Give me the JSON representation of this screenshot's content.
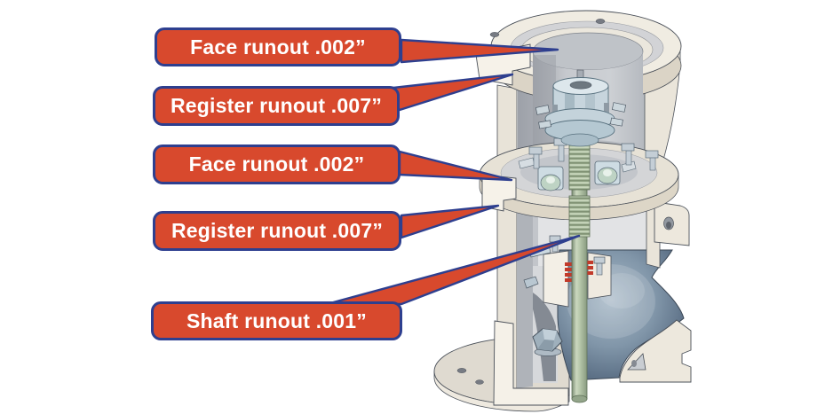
{
  "figure": {
    "type": "technical-callout-diagram",
    "subject": "Vertical pump cutaway with runout measurement callouts"
  },
  "callouts": [
    {
      "id": "callout-1",
      "label": "Face runout .002”",
      "points_to": "motor mounting flange face"
    },
    {
      "id": "callout-2",
      "label": "Register runout .007”",
      "points_to": "motor mounting flange register"
    },
    {
      "id": "callout-3",
      "label": "Face runout .002”",
      "points_to": "seal housing flange face"
    },
    {
      "id": "callout-4",
      "label": "Register runout .007”",
      "points_to": "seal housing flange register"
    },
    {
      "id": "callout-5",
      "label": "Shaft runout .001”",
      "points_to": "pump shaft"
    }
  ],
  "colors": {
    "background": "#FFFFFF",
    "callout_fill": "#D8492D",
    "callout_border": "#2E3F8F",
    "callout_text": "#FFFFFF",
    "leader_line": "#2E3F8F",
    "casing_cream": "#EDE8DD",
    "volute_blue": "#5C7086",
    "shaft_green": "#AFC0A4",
    "hardware_blue": "#C9D7DF",
    "packing_red": "#C23A2A"
  }
}
